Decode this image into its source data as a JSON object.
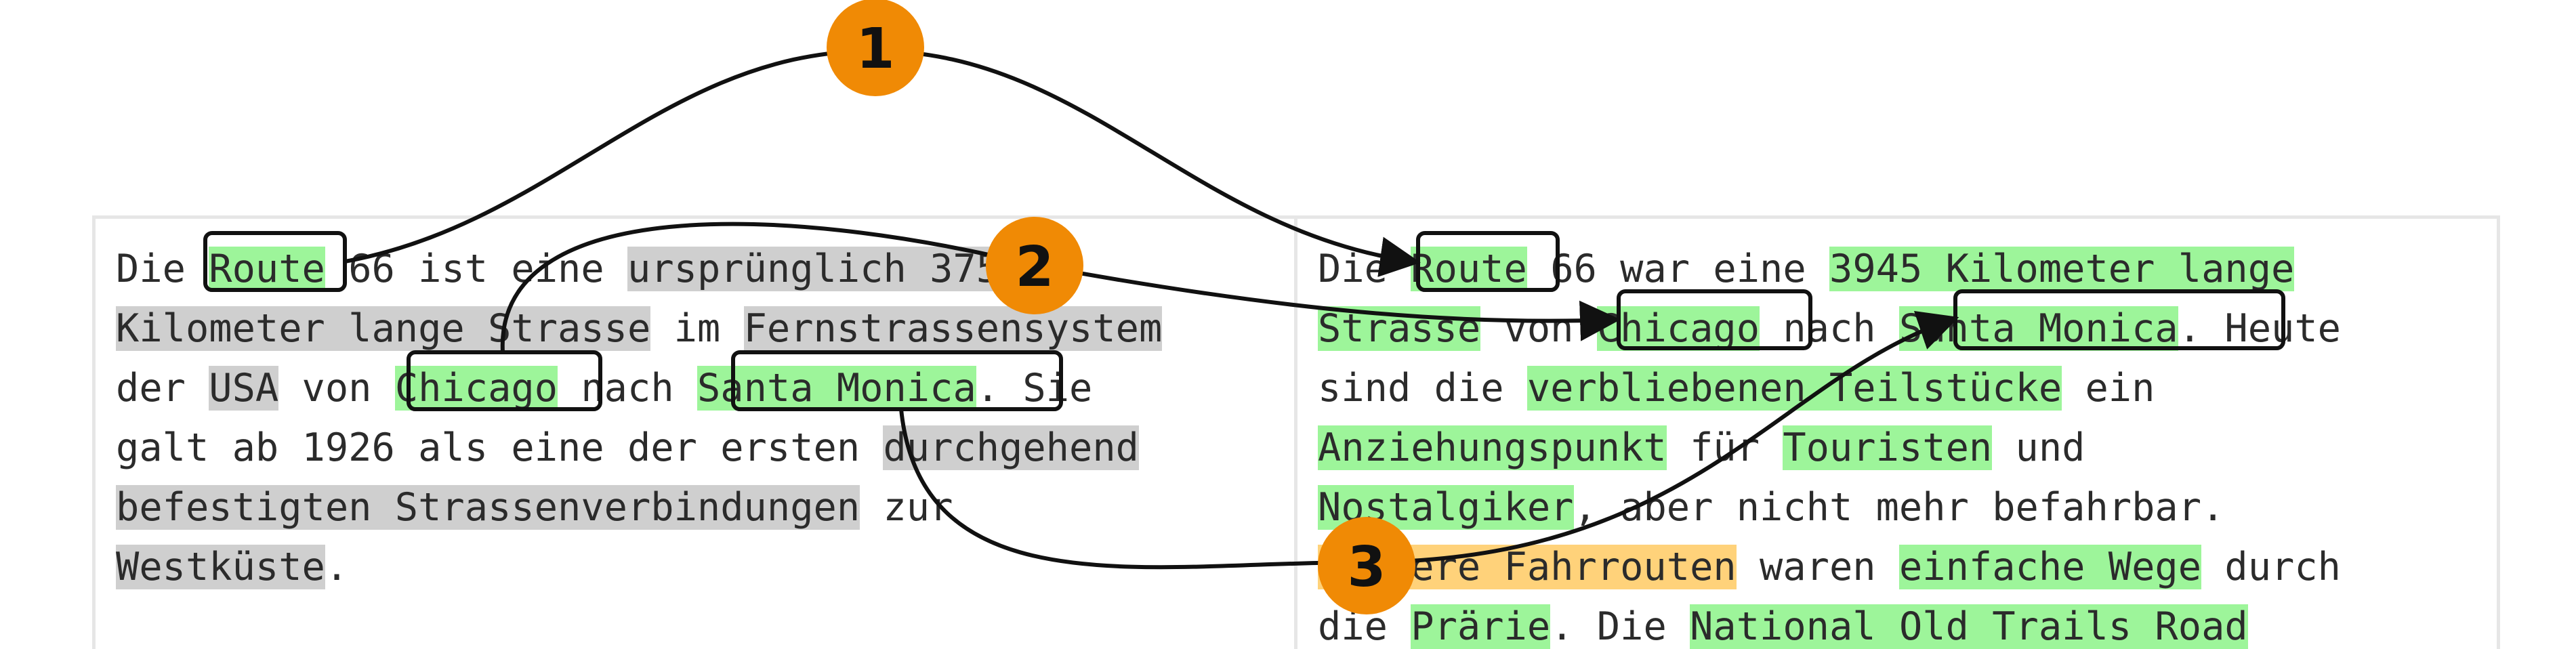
{
  "colors": {
    "gray_highlight": "#cfcfcf",
    "green_highlight": "#9df59a",
    "orange_highlight": "#ffd27a",
    "marker_fill": "#f08a05",
    "connector": "#111111"
  },
  "left_text": {
    "lines": [
      [
        {
          "t": "Die ",
          "c": ""
        },
        {
          "t": "Route",
          "c": "green"
        },
        {
          "t": " 66 ist eine ",
          "c": ""
        },
        {
          "t": "ursprünglich 3755",
          "c": "grey"
        }
      ],
      [
        {
          "t": "Kilometer lange Strasse",
          "c": "grey"
        },
        {
          "t": " im ",
          "c": ""
        },
        {
          "t": "Fernstrassensystem",
          "c": "grey"
        }
      ],
      [
        {
          "t": "der ",
          "c": ""
        },
        {
          "t": "USA",
          "c": "grey"
        },
        {
          "t": " von ",
          "c": ""
        },
        {
          "t": "Chicago",
          "c": "green"
        },
        {
          "t": " nach ",
          "c": ""
        },
        {
          "t": "Santa Monica",
          "c": "green"
        },
        {
          "t": ". Sie",
          "c": ""
        }
      ],
      [
        {
          "t": "galt ab 1926 als eine der ersten ",
          "c": ""
        },
        {
          "t": "durchgehend",
          "c": "grey"
        }
      ],
      [
        {
          "t": "befestigten Strassenverbindungen",
          "c": "grey"
        },
        {
          "t": " zur",
          "c": ""
        }
      ],
      [
        {
          "t": "Westküste",
          "c": "grey"
        },
        {
          "t": ".",
          "c": ""
        }
      ]
    ]
  },
  "right_text": {
    "lines": [
      [
        {
          "t": "Die ",
          "c": ""
        },
        {
          "t": "Route",
          "c": "green"
        },
        {
          "t": " 66 war eine ",
          "c": ""
        },
        {
          "t": "3945 Kilometer lange",
          "c": "green"
        }
      ],
      [
        {
          "t": "Strasse",
          "c": "green"
        },
        {
          "t": " von ",
          "c": ""
        },
        {
          "t": "Chicago",
          "c": "green"
        },
        {
          "t": " nach ",
          "c": ""
        },
        {
          "t": "Santa Monica",
          "c": "green"
        },
        {
          "t": ". Heute",
          "c": ""
        }
      ],
      [
        {
          "t": "sind die ",
          "c": ""
        },
        {
          "t": "verbliebenen Teilstücke",
          "c": "green"
        },
        {
          "t": " ein",
          "c": ""
        }
      ],
      [
        {
          "t": "Anziehungspunkt",
          "c": "green"
        },
        {
          "t": " für ",
          "c": ""
        },
        {
          "t": "Touristen",
          "c": "green"
        },
        {
          "t": " und",
          "c": ""
        }
      ],
      [
        {
          "t": "Nostalgiker",
          "c": "green"
        },
        {
          "t": ", aber nicht mehr befahrbar.",
          "c": ""
        }
      ],
      [
        {
          "t": "Frühere Fahrrouten",
          "c": "orange"
        },
        {
          "t": " waren ",
          "c": ""
        },
        {
          "t": "einfache Wege",
          "c": "green"
        },
        {
          "t": " durch",
          "c": ""
        }
      ],
      [
        {
          "t": "die ",
          "c": ""
        },
        {
          "t": "Prärie",
          "c": "green"
        },
        {
          "t": ". Die ",
          "c": ""
        },
        {
          "t": "National Old Trails Road",
          "c": "green"
        }
      ]
    ]
  },
  "markers": [
    {
      "label": "1"
    },
    {
      "label": "2"
    },
    {
      "label": "3"
    }
  ]
}
